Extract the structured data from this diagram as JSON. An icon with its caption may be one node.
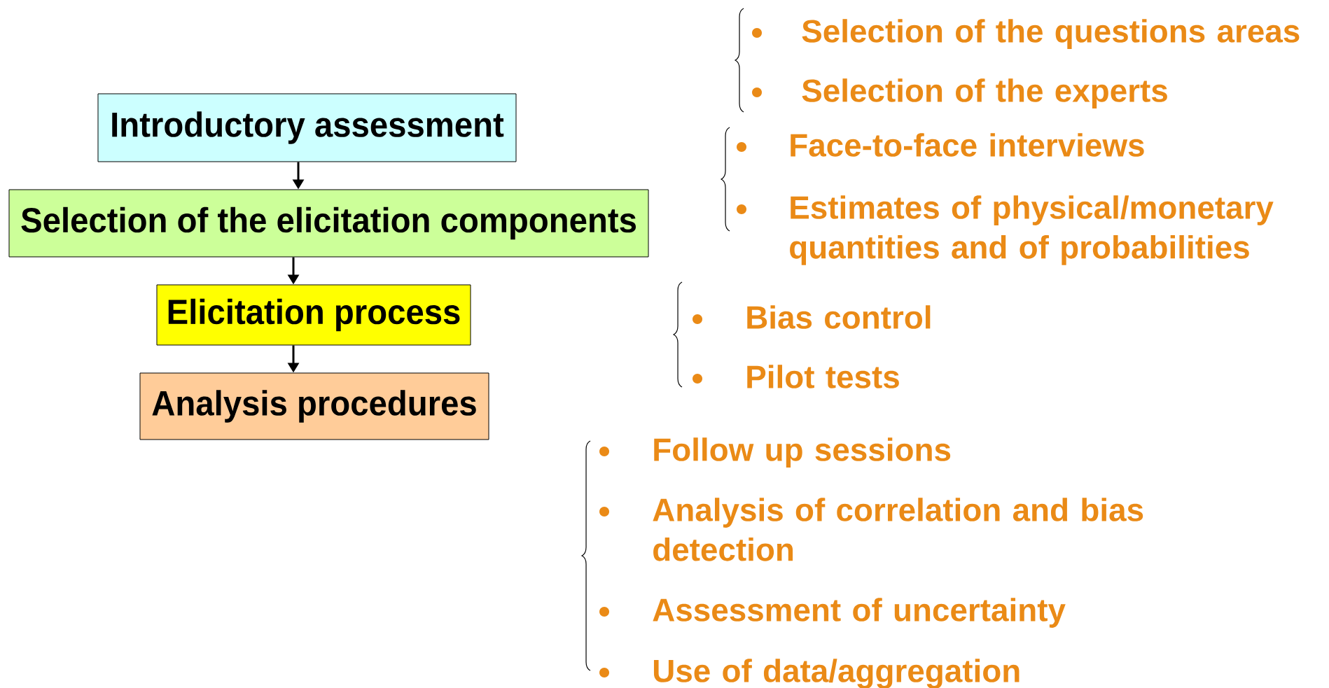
{
  "diagram": {
    "nodes": [
      {
        "text": [
          "Introductory assessment"
        ]
      },
      {
        "text": [
          "Selection of the elicitation components"
        ]
      },
      {
        "text": [
          "Elicitation process"
        ]
      },
      {
        "text": [
          "Analysis procedures"
        ]
      }
    ],
    "edges": [
      {
        "from": 0,
        "to": 1,
        "arrow": "to"
      },
      {
        "from": 1,
        "to": 2,
        "arrow": "to"
      },
      {
        "from": 2,
        "to": 3,
        "arrow": "to"
      }
    ],
    "labels": [
      "Selection of the questions areas",
      "Selection of the experts",
      "Face-to-face interviews",
      "Estimates of physical/monetary quantities and of probabilities",
      "Bias control",
      "Pilot tests",
      "Follow up sessions",
      "Analysis of correlation and bias detection",
      "Assessment of uncertainty",
      "Use of data/aggregation"
    ]
  }
}
